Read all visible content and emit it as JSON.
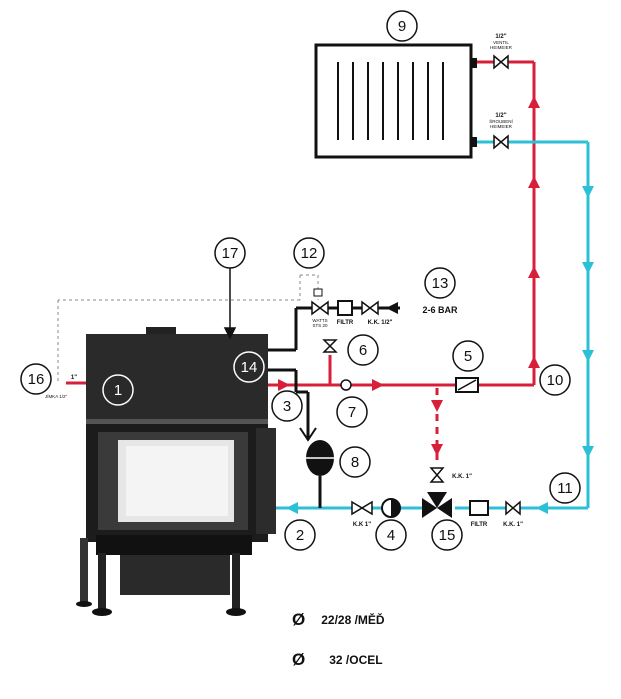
{
  "callouts": [
    "1",
    "2",
    "3",
    "4",
    "5",
    "6",
    "7",
    "8",
    "9",
    "10",
    "11",
    "12",
    "13",
    "14",
    "15",
    "16",
    "17"
  ],
  "labels": {
    "v_heimeier_size": "1/2\"",
    "v_heimeier_1": "VENTIL",
    "v_heimeier_2": "HEIMEIER",
    "s_heimeier_size": "1/2\"",
    "s_heimeier_1": "ŠROUBENÍ",
    "s_heimeier_2": "HEIMEIER",
    "watts_1": "WATTS",
    "watts_2": "STS 20",
    "filtr_top": "FILTR",
    "kk_half": "K.K. 1/2\"",
    "pressure": "2-6 BAR",
    "jimka_size": "1\"",
    "jimka": "JÍMKA 1/2\"",
    "kk_pump": "K.K 1\"",
    "kk_bypass": "K.K. 1\"",
    "filtr_bottom": "FILTR",
    "kk_return": "K.K. 1\""
  },
  "legend": [
    {
      "symbol": "Ø",
      "text": "22/28 /MĚĎ"
    },
    {
      "symbol": "Ø",
      "text": "32 /OCEL"
    }
  ],
  "colors": {
    "supply": "#d81f3a",
    "return": "#2bc0d6",
    "line": "#000000",
    "dashed": "#888888"
  }
}
